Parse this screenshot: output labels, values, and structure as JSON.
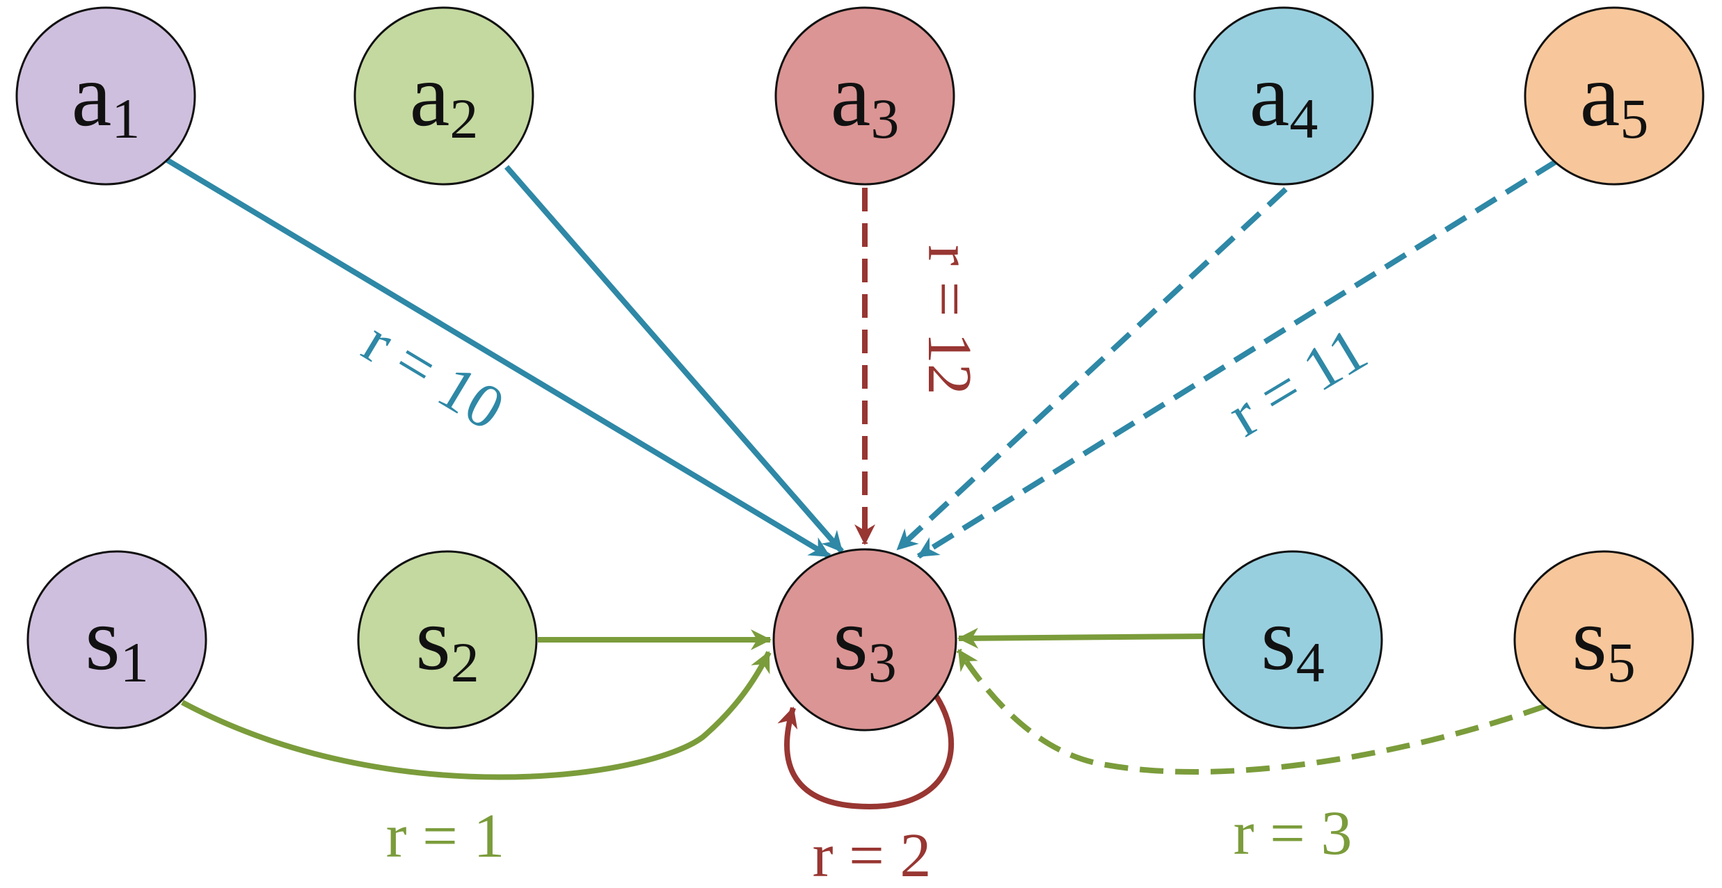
{
  "colors": {
    "purple": "#CFBFDE",
    "green": "#C4D9A0",
    "red": "#DB9594",
    "blue": "#98CFDE",
    "orange": "#F7C79B",
    "edge_teal": "#2E88A6",
    "edge_red": "#983632",
    "edge_green": "#7B9C3B",
    "outline": "#111111"
  },
  "nodes": {
    "a1": {
      "base": "a",
      "sub": "1",
      "color": "purple"
    },
    "a2": {
      "base": "a",
      "sub": "2",
      "color": "green"
    },
    "a3": {
      "base": "a",
      "sub": "3",
      "color": "red"
    },
    "a4": {
      "base": "a",
      "sub": "4",
      "color": "blue"
    },
    "a5": {
      "base": "a",
      "sub": "5",
      "color": "orange"
    },
    "s1": {
      "base": "s",
      "sub": "1",
      "color": "purple"
    },
    "s2": {
      "base": "s",
      "sub": "2",
      "color": "green"
    },
    "s3": {
      "base": "s",
      "sub": "3",
      "color": "red"
    },
    "s4": {
      "base": "s",
      "sub": "4",
      "color": "blue"
    },
    "s5": {
      "base": "s",
      "sub": "5",
      "color": "orange"
    }
  },
  "edges": [
    {
      "from": "a1",
      "to": "s3",
      "style": "solid",
      "color": "edge_teal"
    },
    {
      "from": "a2",
      "to": "s3",
      "style": "solid",
      "color": "edge_teal"
    },
    {
      "from": "a3",
      "to": "s3",
      "style": "dashed",
      "color": "edge_red"
    },
    {
      "from": "a4",
      "to": "s3",
      "style": "dashed",
      "color": "edge_teal"
    },
    {
      "from": "a5",
      "to": "s3",
      "style": "dashed",
      "color": "edge_teal"
    },
    {
      "from": "s1",
      "to": "s3",
      "style": "solid",
      "color": "edge_green"
    },
    {
      "from": "s2",
      "to": "s3",
      "style": "solid",
      "color": "edge_green"
    },
    {
      "from": "s3",
      "to": "s3",
      "style": "solid",
      "color": "edge_red"
    },
    {
      "from": "s4",
      "to": "s3",
      "style": "solid",
      "color": "edge_green"
    },
    {
      "from": "s5",
      "to": "s3",
      "style": "dashed",
      "color": "edge_green"
    }
  ],
  "edge_labels": {
    "a1_s3": "r = 10",
    "a3_s3": "r = 12",
    "a5_s3": "r = 11",
    "s1_s3": "r = 1",
    "s3_s3": "r = 2",
    "s5_s3": "r = 3"
  }
}
